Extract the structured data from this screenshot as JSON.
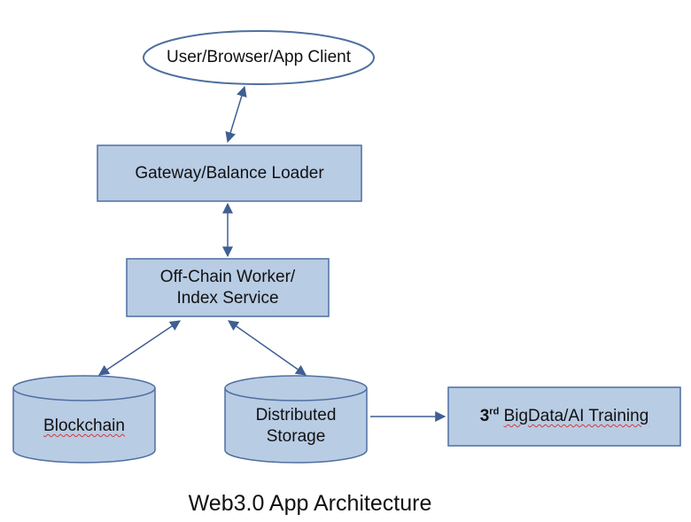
{
  "diagram": {
    "nodes": {
      "client": {
        "label": "User/Browser/App Client",
        "shape": "ellipse"
      },
      "gateway": {
        "label": "Gateway/Balance Loader",
        "shape": "rectangle"
      },
      "worker": {
        "line1": "Off-Chain Worker/",
        "line2": "Index Service",
        "shape": "rectangle"
      },
      "blockchain": {
        "label": "Blockchain",
        "shape": "cylinder"
      },
      "storage": {
        "line1": "Distributed",
        "line2": "Storage",
        "shape": "cylinder"
      },
      "bigdata": {
        "prefix": "3",
        "superscript": "rd",
        "label": "BigData/AI Training",
        "shape": "rectangle"
      }
    },
    "edges": [
      {
        "from": "client",
        "to": "gateway",
        "direction": "both"
      },
      {
        "from": "gateway",
        "to": "worker",
        "direction": "both"
      },
      {
        "from": "worker",
        "to": "blockchain",
        "direction": "both"
      },
      {
        "from": "worker",
        "to": "storage",
        "direction": "both"
      },
      {
        "from": "storage",
        "to": "bigdata",
        "direction": "forward"
      }
    ],
    "colors": {
      "node_fill": "#b8cce4",
      "ellipse_fill": "#ffffff",
      "stroke": "#4f6fa0",
      "arrow": "#3f5f93"
    }
  },
  "caption": "Web3.0 App Architecture"
}
